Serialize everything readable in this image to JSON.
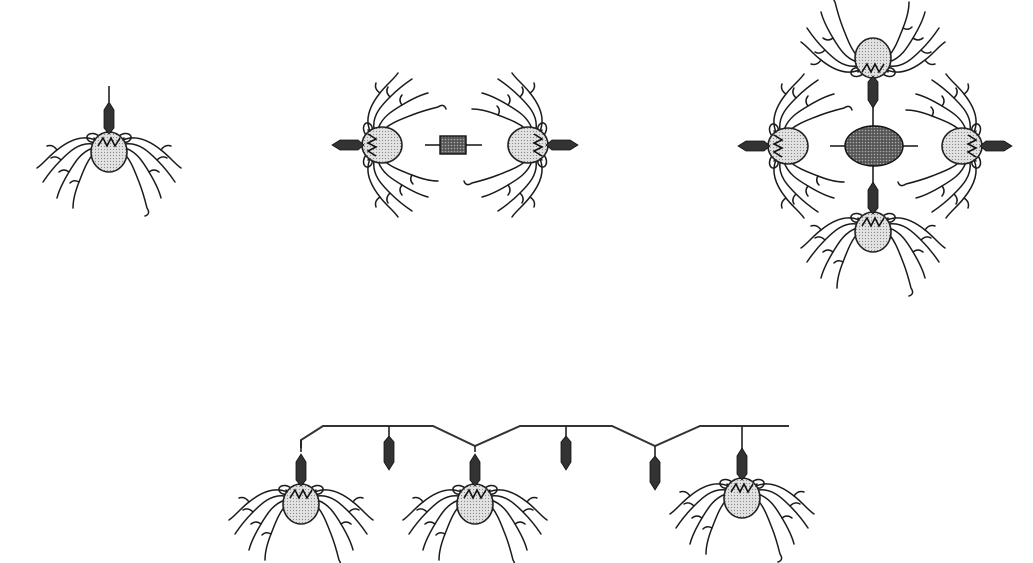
{
  "figure": {
    "panels": [
      {
        "id": "monomer",
        "units": 1,
        "core": "none"
      },
      {
        "id": "dimer",
        "units": 2,
        "core": "square"
      },
      {
        "id": "tetramer",
        "units": 4,
        "core": "oval"
      },
      {
        "id": "chain-array",
        "attached_units": 3,
        "free_spikes": 3,
        "core": "backbone-line"
      }
    ],
    "colors": {
      "body_fill": "#d9d9d9",
      "spike": "#333333",
      "line": "#222222"
    }
  }
}
